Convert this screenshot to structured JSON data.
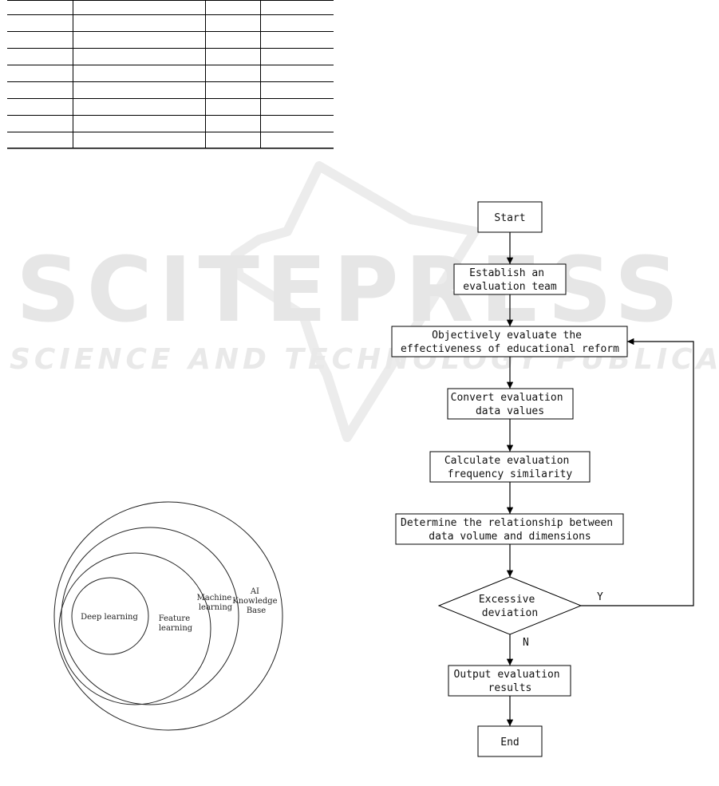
{
  "watermark": {
    "line1": "SCITEPRESS",
    "line2": "SCIENCE AND TECHNOLOGY PUBLICATIONS"
  },
  "venn": {
    "circles": [
      {
        "label_lines": [
          "Deep learning"
        ]
      },
      {
        "label_lines": [
          "Feature",
          "learning"
        ]
      },
      {
        "label_lines": [
          "Machine",
          "learning"
        ]
      },
      {
        "label_lines": [
          "AI",
          "Knowledge",
          "Base"
        ]
      }
    ]
  },
  "flowchart": {
    "steps": [
      {
        "lines": [
          "Start"
        ]
      },
      {
        "lines": [
          "Establish an",
          "evaluation team"
        ]
      },
      {
        "lines": [
          "Objectively evaluate the",
          "effectiveness of educational reform"
        ]
      },
      {
        "lines": [
          "Convert evaluation",
          "data values"
        ]
      },
      {
        "lines": [
          "Calculate evaluation",
          "frequency similarity"
        ]
      },
      {
        "lines": [
          "Determine the relationship between",
          "data volume and dimensions"
        ]
      },
      {
        "lines": [
          "Excessive",
          "deviation"
        ]
      },
      {
        "lines": [
          "Output evaluation",
          "results"
        ]
      },
      {
        "lines": [
          "End"
        ]
      }
    ],
    "yes_label": "Y",
    "no_label": "N"
  }
}
